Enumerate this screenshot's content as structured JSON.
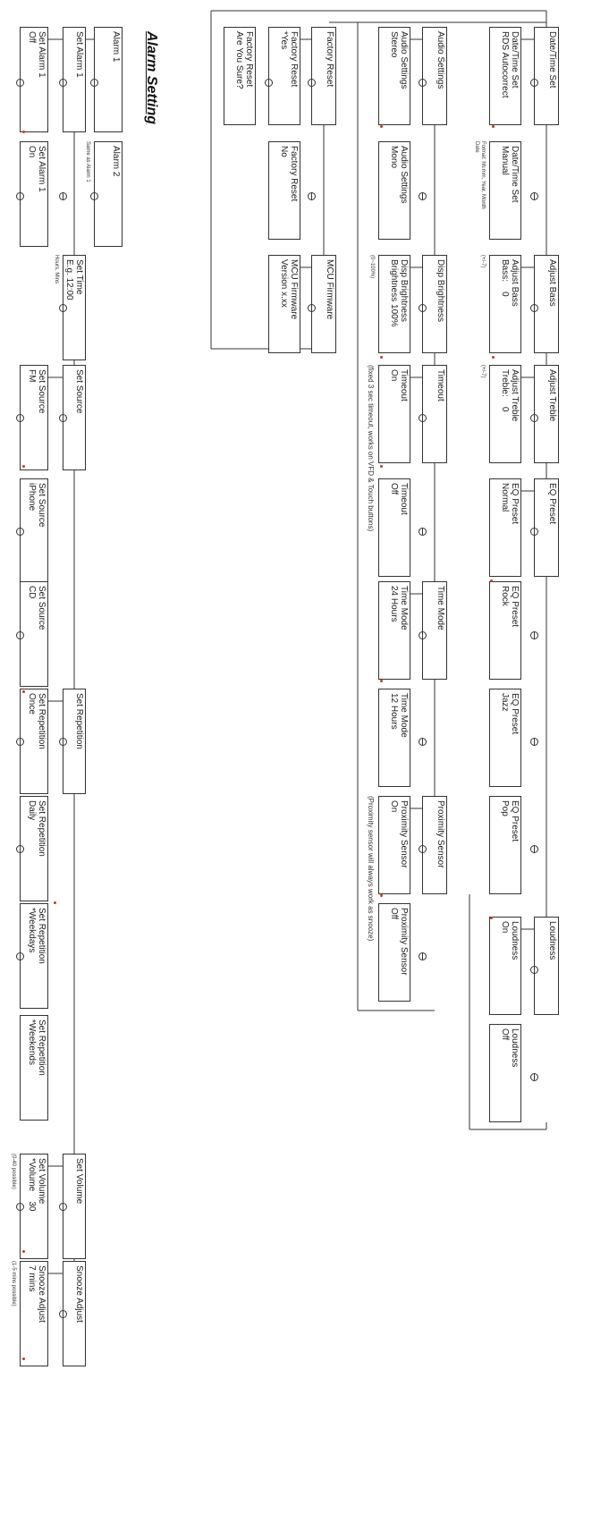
{
  "title": "Alarm Setting",
  "colors": {
    "line": "#333333",
    "default_marker": "#c0392b"
  },
  "menu": {
    "datetime_set": "Date/Time Set",
    "rds_autocorrect": "Date/Time Set\nRDS Autocorrect",
    "manual": "Date/Time Set\nManual",
    "manual_note": "Format: hh:mm, Year, Month\nDate",
    "adjust_bass": "Adjust Bass",
    "adjust_bass_value": "Adjust Bass\nBass:    0",
    "adjust_treble": "Adjust Treble",
    "adjust_treble_value": "Adjust Treble\nTreble:    0",
    "range_note": "(+/-7)",
    "eq_preset": "EQ Preset",
    "eq_normal": "EQ Preset\nNormal",
    "eq_rock": "EQ Preset\nRock",
    "eq_jazz": "EQ Preset\nJazz",
    "eq_pop": "EQ Preset\nPop",
    "loudness": "Loudness",
    "loudness_on": "Loudness\nOn",
    "loudness_off": "Loudness\nOff",
    "audio_settings": "Audio Settings",
    "audio_stereo": "Audio Settings\nStereo",
    "audio_mono": "Audio Settings\nMono",
    "disp_brightness": "Disp Brightness",
    "disp_brightness_value": "Disp Brightness\nBrightness 100%",
    "disp_brightness_note": "(0~100%)",
    "timeout": "Timeout",
    "timeout_on": "Timeout\nOn",
    "timeout_off": "Timeout\nOff",
    "timeout_note": "(fixed 3 sec timeout, works on VFD & Touch buttons)",
    "time_mode": "Time Mode",
    "time_24": "Time Mode\n24 Hours",
    "time_12": "Time Mode\n12 Hours",
    "proximity": "Proximity Sensor",
    "prox_on": "Proximity Sensor\nOn",
    "prox_off": "Proximity Sensor\nOff",
    "prox_note": "(Proximity sensor will always work as snooze)",
    "factory_reset": "Factory Reset",
    "factory_yes": "Factory Reset\n*Yes",
    "factory_no": "Factory Reset\nNo",
    "factory_sure": "Factory Reset\nAre You Sure?",
    "mcu_firmware": "MCU Firmware",
    "mcu_version": "MCU Firmware\nVersion x.xx"
  },
  "alarm": {
    "alarm1": "Alarm 1",
    "alarm2": "Alarm 2",
    "alarm2_note": "Same as Alarm 1",
    "set_alarm1": "Set Alarm 1",
    "set_alarm1_off": "Set Alarm 1\nOff",
    "set_alarm1_on": "Set Alarm 1\nOn",
    "set_time": "Set Time\nE.g. 12:00",
    "set_time_note": "Hours, Mins",
    "set_source": "Set Source",
    "source_fm": "Set Source\nFM",
    "source_iphone": "Set Source\niPhone",
    "source_cd": "Set Source\nCD",
    "set_repetition": "Set Repetition",
    "rep_once": "Set Repetition\nOnce",
    "rep_daily": "Set Repetition\nDaily",
    "rep_weekdays": "Set Repetition\n*Weekdays",
    "rep_weekends": "Set Repetition\n*Weekends",
    "set_volume": "Set Volume",
    "set_volume_value": "Set Volume\n*Volume    30",
    "volume_note": "(0-40 possible)",
    "snooze_adjust": "Snooze Adjust",
    "snooze_value": "Snooze Adjust\n7 mins",
    "snooze_note": "(1-5 mins possible)"
  }
}
